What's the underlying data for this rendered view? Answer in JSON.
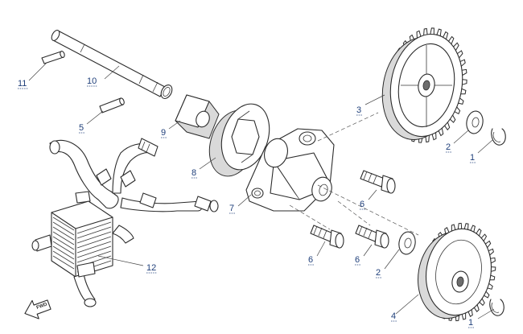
{
  "callouts": [
    {
      "id": "c11",
      "label": "11"
    },
    {
      "id": "c10",
      "label": "10"
    },
    {
      "id": "c5",
      "label": "5"
    },
    {
      "id": "c9",
      "label": "9"
    },
    {
      "id": "c8",
      "label": "8"
    },
    {
      "id": "c7",
      "label": "7"
    },
    {
      "id": "c3",
      "label": "3"
    },
    {
      "id": "c2a",
      "label": "2"
    },
    {
      "id": "c1a",
      "label": "1"
    },
    {
      "id": "c6a",
      "label": "6"
    },
    {
      "id": "c6b",
      "label": "6"
    },
    {
      "id": "c6c",
      "label": "6"
    },
    {
      "id": "c2b",
      "label": "2"
    },
    {
      "id": "c4",
      "label": "4"
    },
    {
      "id": "c1b",
      "label": "1"
    },
    {
      "id": "c12",
      "label": "12"
    }
  ],
  "direction_marker": {
    "label": "FWD",
    "icon": "forward-arrow-icon"
  },
  "colors": {
    "callout": "#1f3f7a",
    "line": "#2b2b2b",
    "background": "#ffffff"
  }
}
